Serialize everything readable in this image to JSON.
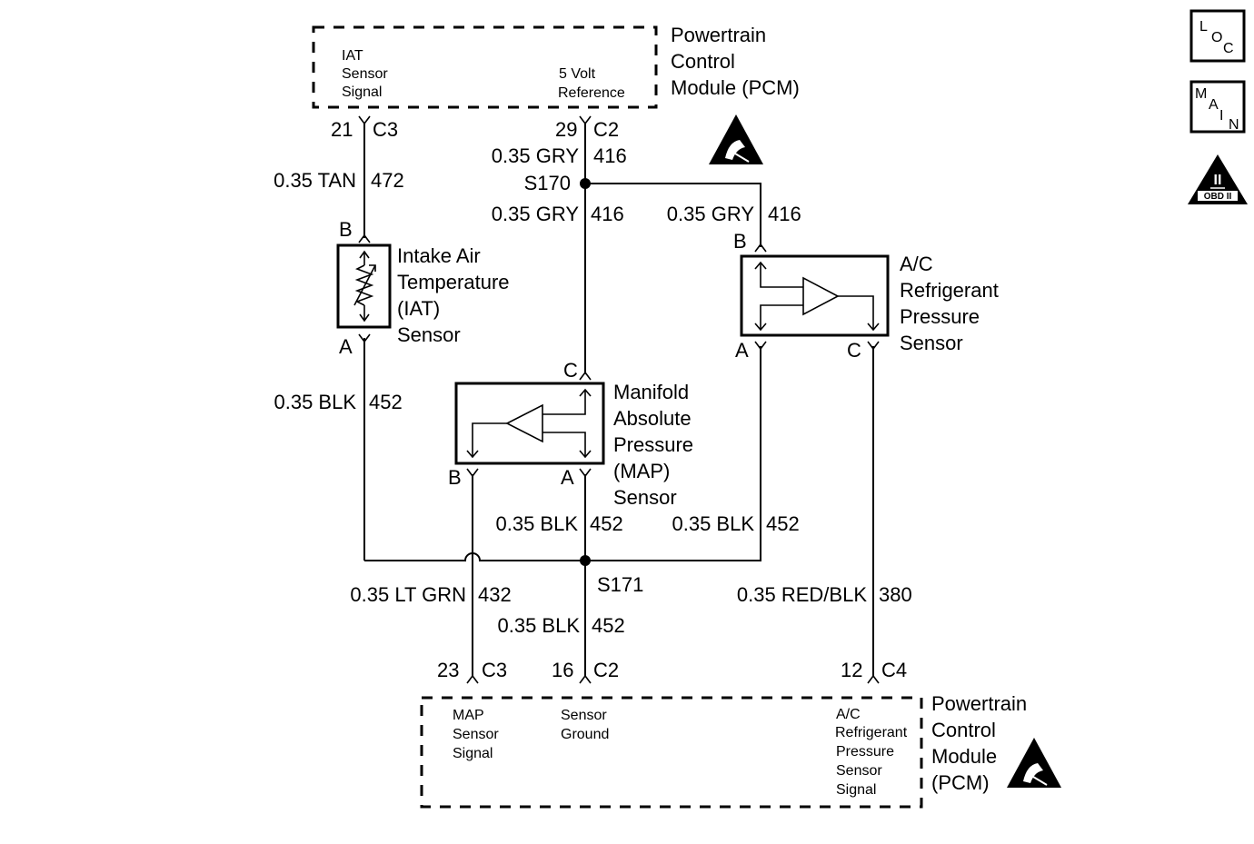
{
  "pcm_top": {
    "title": [
      "Powertrain",
      "Control",
      "Module (PCM)"
    ],
    "iat_signal": [
      "IAT",
      "Sensor",
      "Signal"
    ],
    "ref_5v": [
      "5 Volt",
      "Reference"
    ]
  },
  "pcm_bottom": {
    "title": [
      "Powertrain",
      "Control",
      "Module",
      "(PCM)"
    ],
    "map_signal": [
      "MAP",
      "Sensor",
      "Signal"
    ],
    "sensor_ground": [
      "Sensor",
      "Ground"
    ],
    "ac_signal": [
      "A/C",
      "Refrigerant",
      "Pressure",
      "Sensor",
      "Signal"
    ]
  },
  "connectors": {
    "iat_pcm": {
      "pin": "21",
      "conn": "C3"
    },
    "ref_pcm": {
      "pin": "29",
      "conn": "C2"
    },
    "map_pcm": {
      "pin": "23",
      "conn": "C3"
    },
    "gnd_pcm": {
      "pin": "16",
      "conn": "C2"
    },
    "ac_pcm": {
      "pin": "12",
      "conn": "C4"
    }
  },
  "wires": {
    "iat_signal": {
      "gauge": "0.35 TAN",
      "circuit": "472"
    },
    "ref_trunk": {
      "gauge": "0.35 GRY",
      "circuit": "416"
    },
    "ref_map": {
      "gauge": "0.35 GRY",
      "circuit": "416"
    },
    "ref_ac": {
      "gauge": "0.35 GRY",
      "circuit": "416"
    },
    "iat_ground": {
      "gauge": "0.35 BLK",
      "circuit": "452"
    },
    "map_ground": {
      "gauge": "0.35 BLK",
      "circuit": "452"
    },
    "ac_ground": {
      "gauge": "0.35 BLK",
      "circuit": "452"
    },
    "pcm_ground": {
      "gauge": "0.35 BLK",
      "circuit": "452"
    },
    "map_signal": {
      "gauge": "0.35 LT GRN",
      "circuit": "432"
    },
    "ac_signal": {
      "gauge": "0.35 RED/BLK",
      "circuit": "380"
    }
  },
  "splices": {
    "s170": "S170",
    "s171": "S171"
  },
  "components": {
    "iat": {
      "name": [
        "Intake Air",
        "Temperature",
        "(IAT)",
        "Sensor"
      ],
      "pin_top": "B",
      "pin_bottom": "A"
    },
    "map": {
      "name": [
        "Manifold",
        "Absolute",
        "Pressure",
        "(MAP)",
        "Sensor"
      ],
      "pin_c": "C",
      "pin_b": "B",
      "pin_a": "A"
    },
    "ac": {
      "name": [
        "A/C",
        "Refrigerant",
        "Pressure",
        "Sensor"
      ],
      "pin_b": "B",
      "pin_a": "A",
      "pin_c": "C"
    }
  },
  "badges": {
    "loc": [
      "L",
      "O",
      "C"
    ],
    "main": [
      "M",
      "A",
      "I",
      "N"
    ],
    "obd": {
      "roman": "II",
      "text": "OBD II"
    }
  },
  "icons": [
    "esd-warning-icon",
    "obd-ii-icon"
  ]
}
